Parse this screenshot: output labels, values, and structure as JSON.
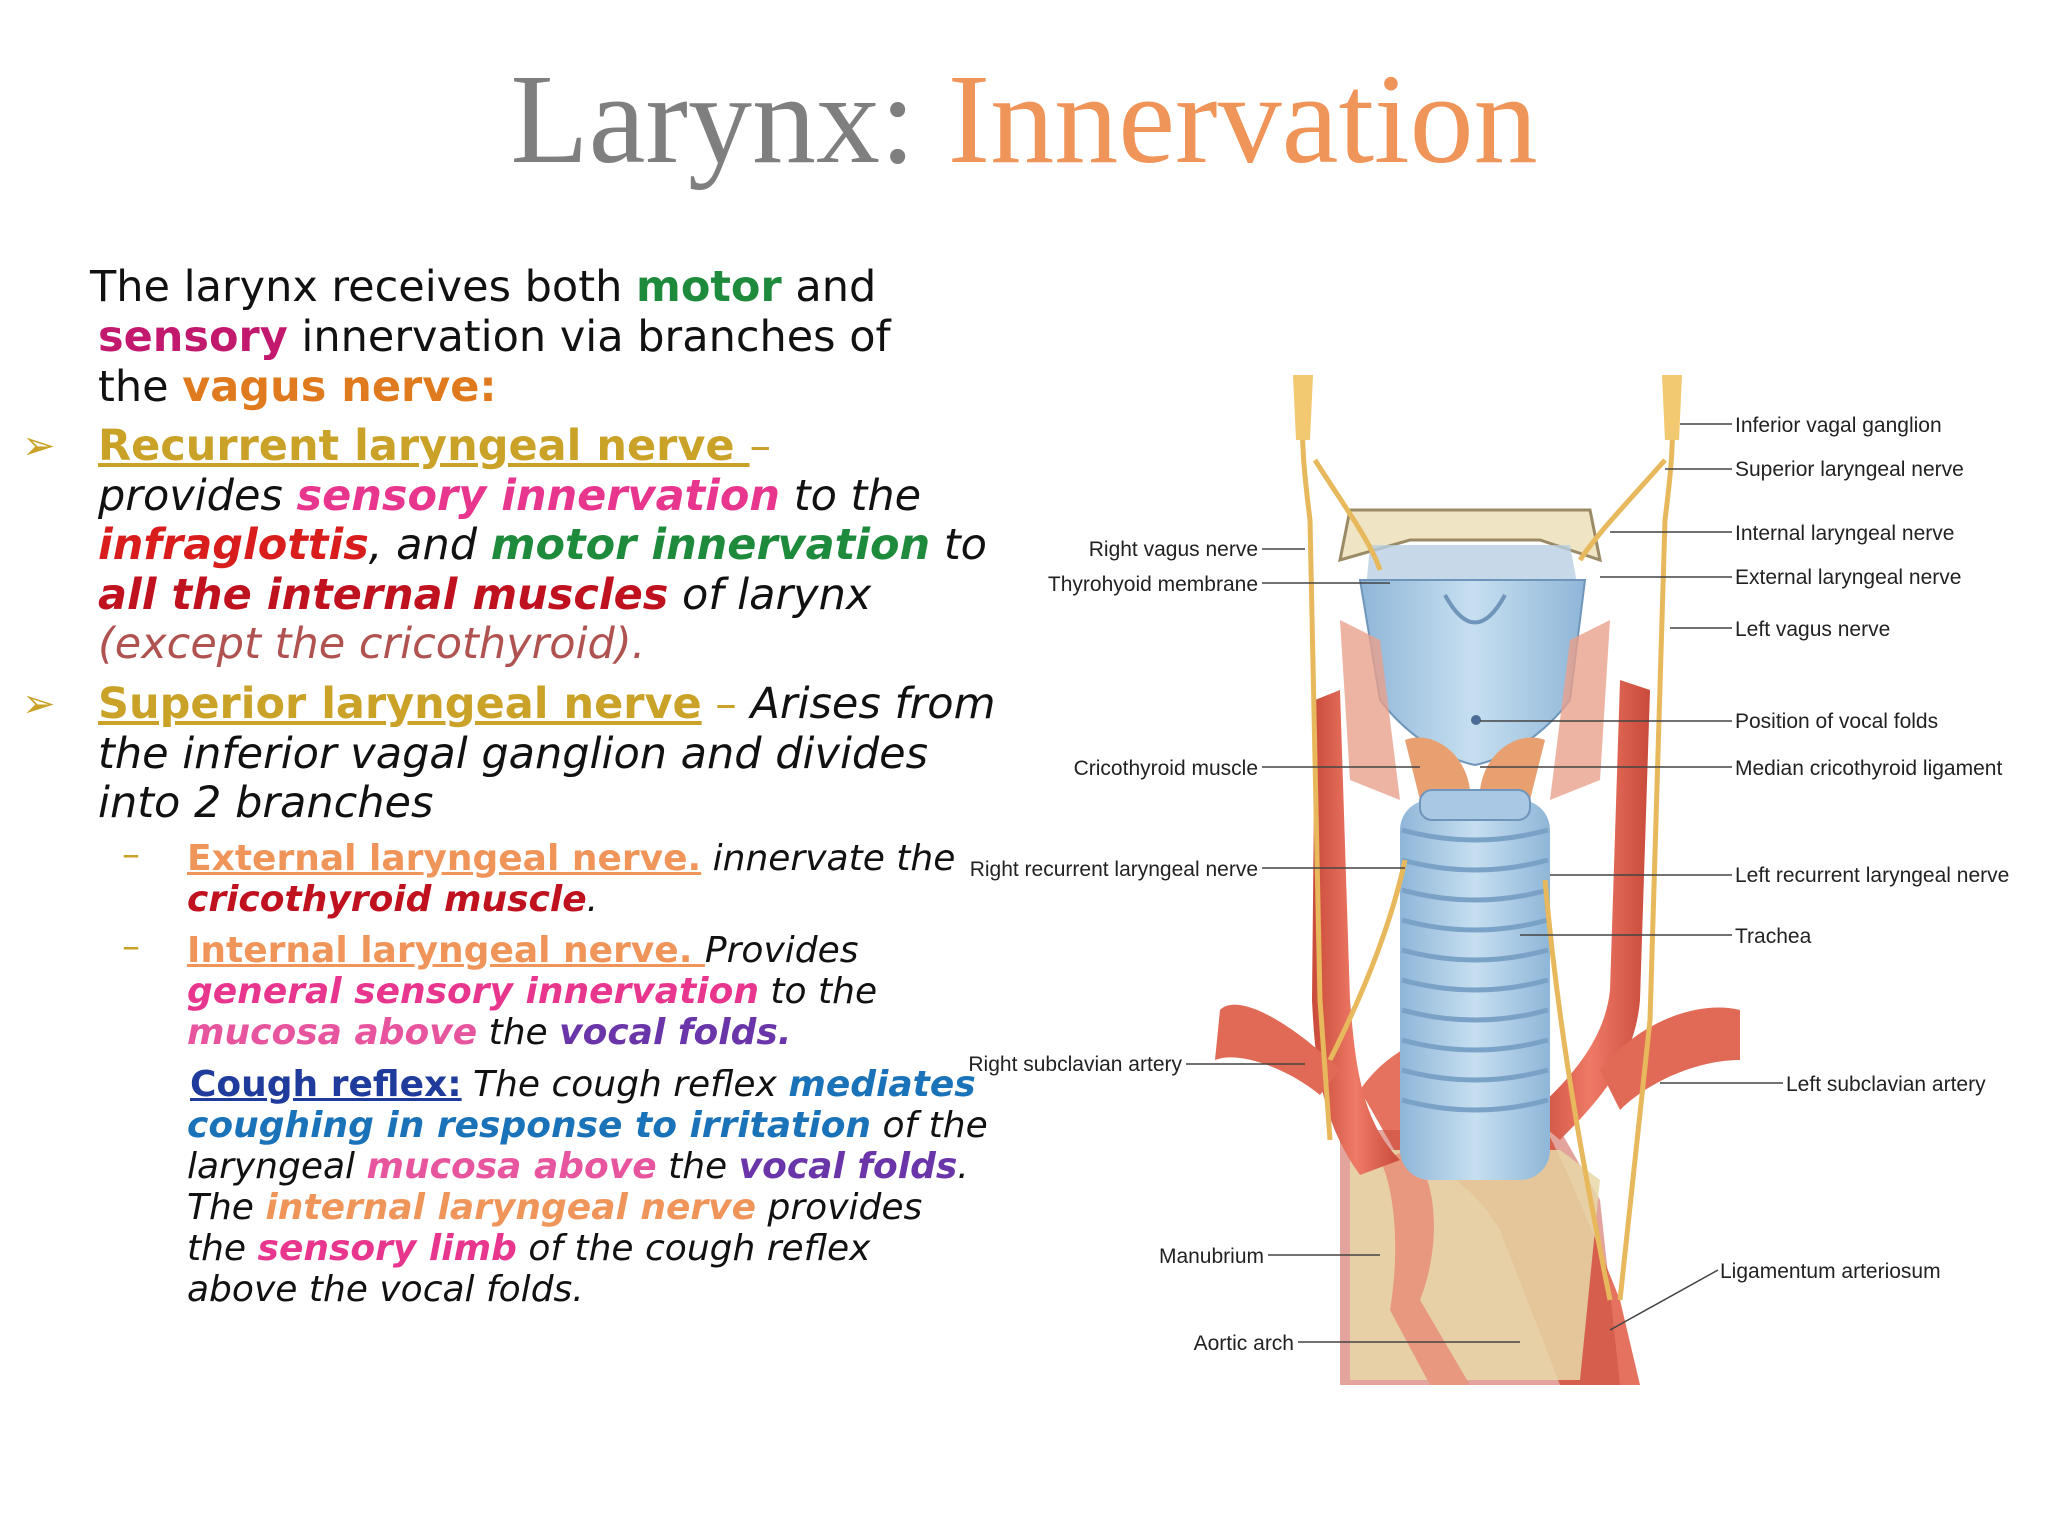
{
  "title": {
    "part1": "Larynx:",
    "part2": "Innervation"
  },
  "intro": {
    "l1a": "The larynx receives both ",
    "l1b": "motor",
    "l1c": " and",
    "l2a": "sensory",
    "l2b": " innervation via branches of",
    "l3a": "the ",
    "l3b": "vagus nerve:"
  },
  "bullet_symbol": "➢",
  "bullet1": {
    "head": "Recurrent laryngeal nerve ",
    "dash": "–",
    "l2a": "provides ",
    "l2b": "sensory innervation",
    "l2c": " to the",
    "l3a": "infraglottis",
    "l3b": ", and ",
    "l3c": "motor innervation",
    "l3d": " to",
    "l4a": "all the internal muscles",
    "l4b": " of larynx",
    "l5": "(except the cricothyroid)."
  },
  "bullet2": {
    "head": "Superior laryngeal nerve",
    "dash": " – ",
    "l1b": "Arises from",
    "l2": "the inferior vagal ganglion and divides",
    "l3": "into 2 branches"
  },
  "sub_dash": "–",
  "sub1": {
    "head": "External laryngeal nerve.",
    "l1b": " innervate the",
    "l2a": "cricothyroid muscle",
    "l2b": "."
  },
  "sub2": {
    "head": "Internal laryngeal nerve. ",
    "l1b": "Provides",
    "l2a": "general sensory innervation",
    "l2b": " to the",
    "l3a": "mucosa above",
    "l3b": " the ",
    "l3c": "vocal folds",
    "l3d": "."
  },
  "cough": {
    "head": "Cough reflex:",
    "l1b": " The cough reflex ",
    "l1c": "mediates",
    "l2a": "coughing in response to irritation",
    "l2b": " of the",
    "l3a": "laryngeal ",
    "l3b": "mucosa above",
    "l3c": " the ",
    "l3d": "vocal folds",
    "l3e": ".",
    "l4a": "The ",
    "l4b": "internal laryngeal nerve",
    "l4c": " provides",
    "l5a": "the ",
    "l5b": "sensory limb",
    "l5c": " of the cough reflex",
    "l6": "above the vocal folds."
  },
  "figure_labels": {
    "inferior_vagal_ganglion": "Inferior vagal ganglion",
    "superior_laryngeal_nerve": "Superior laryngeal nerve",
    "internal_laryngeal_nerve": "Internal laryngeal nerve",
    "external_laryngeal_nerve": "External laryngeal nerve",
    "left_vagus_nerve": "Left vagus nerve",
    "position_of_vocal_folds": "Position of vocal folds",
    "median_cricothyroid_ligament": "Median cricothyroid ligament",
    "left_recurrent_laryngeal_nerve": "Left recurrent laryngeal nerve",
    "trachea": "Trachea",
    "left_subclavian_artery": "Left subclavian artery",
    "ligamentum_arteriosum": "Ligamentum arteriosum",
    "right_vagus_nerve": "Right vagus nerve",
    "thyrohyoid_membrane": "Thyrohyoid membrane",
    "cricothyroid_muscle": "Cricothyroid muscle",
    "right_recurrent_laryngeal_nerve": "Right recurrent laryngeal nerve",
    "right_subclavian_artery": "Right subclavian artery",
    "manubrium": "Manubrium",
    "aortic_arch": "Aortic arch"
  }
}
